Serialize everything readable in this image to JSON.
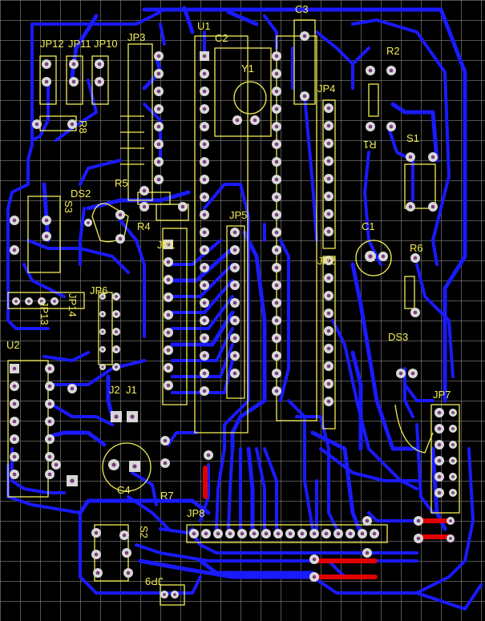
{
  "colors": {
    "background": "#000000",
    "grid": "#9a9a9a",
    "trace_bottom": "#1a1aff",
    "trace_top": "#e00000",
    "silkscreen": "#f2ee55",
    "pad": "#d8d8d8",
    "pad_hole": "#7a3d7a"
  },
  "board": {
    "components": {
      "u1": "U1",
      "u2": "U2",
      "c1": "C1",
      "c2": "C2",
      "c3": "C3",
      "c4": "C4",
      "y1": "Y1",
      "jp1": "JP1",
      "jp2": "JP2",
      "jp3": "JP3",
      "jp4": "JP4",
      "jp5": "JP5",
      "jp6": "JP6",
      "jp7": "JP7",
      "jp8": "JP8",
      "jp9": "JP9",
      "jp10": "JP10",
      "jp11": "JP11",
      "jp12": "JP12",
      "jp13": "JP13",
      "jp14": "JP14",
      "j1": "J1",
      "j2": "J2",
      "r1": "R1",
      "r2": "R2",
      "r4": "R4",
      "r5": "R5",
      "r6": "R6",
      "r7": "R7",
      "r8": "R8",
      "ds2": "DS2",
      "ds3": "DS3",
      "s1": "S1",
      "s2": "S2",
      "s3": "S3"
    }
  }
}
